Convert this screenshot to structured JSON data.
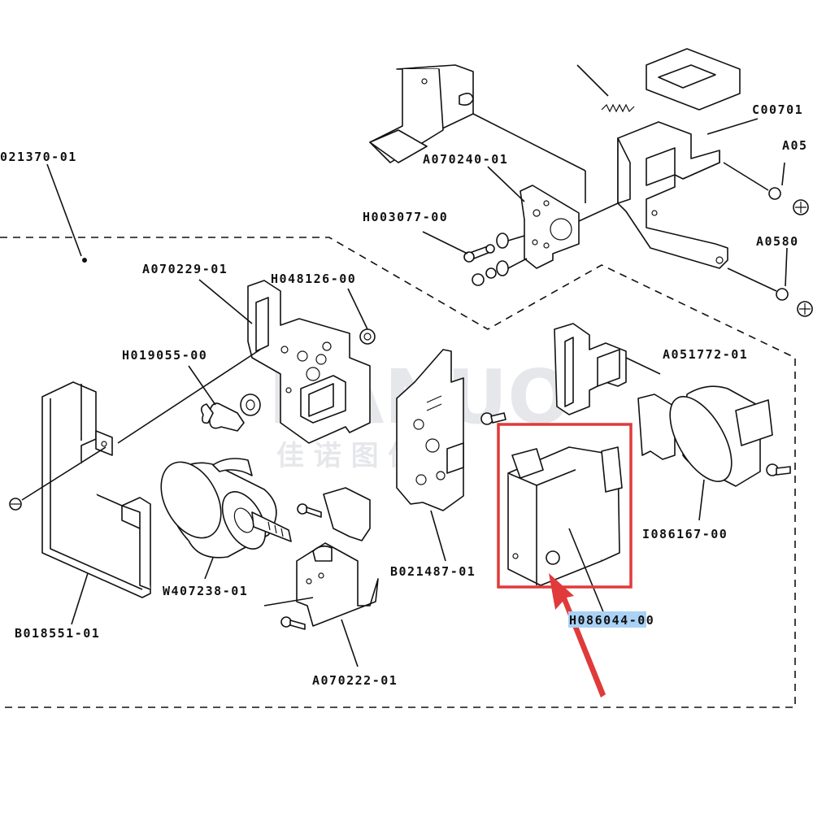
{
  "labels": {
    "top_left": "021370-01",
    "c00701": "C00701",
    "a05_top": "A05",
    "a0580": "A0580",
    "a070240": "A070240-01",
    "h003077": "H003077-00",
    "a070229": "A070229-01",
    "h048126": "H048126-00",
    "h019055": "H019055-00",
    "a051772": "A051772-01",
    "i086167": "I086167-00",
    "b021487": "B021487-01",
    "h086044_prefix": "H086044",
    "h086044_suffix": "-00",
    "w407238": "W407238-01",
    "b018551": "B018551-01",
    "a070222": "A070222-01"
  },
  "watermark": {
    "brand": "KANUO",
    "chinese": "佳 诺 图 像"
  },
  "colors": {
    "highlight_box": "#e03a3a",
    "arrow": "#e03a3a",
    "label_highlight": "#a9d2f5",
    "line": "#111111"
  }
}
